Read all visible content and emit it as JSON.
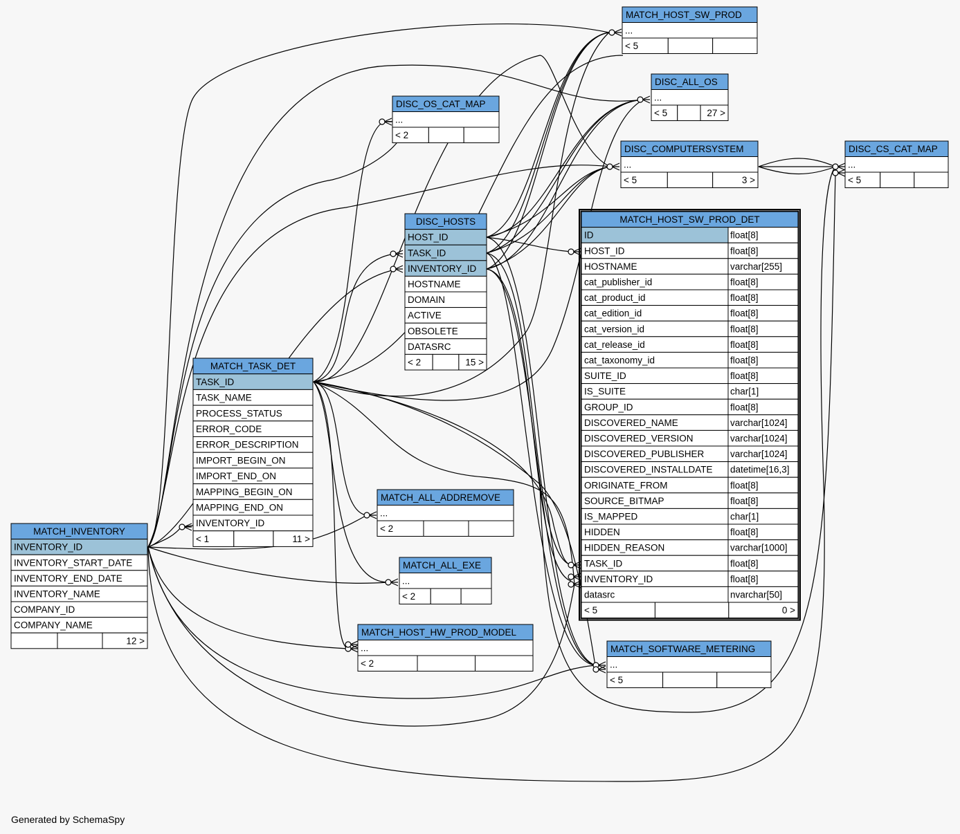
{
  "footer": "Generated by SchemaSpy",
  "tables": [
    {
      "id": "match_host_sw_prod",
      "title": "MATCH_HOST_SW_PROD",
      "rows": [
        {
          "name": "..."
        }
      ],
      "footer": {
        "parents": "< 5",
        "children": ""
      }
    },
    {
      "id": "disc_all_os",
      "title": "DISC_ALL_OS",
      "rows": [
        {
          "name": "..."
        }
      ],
      "footer": {
        "parents": "< 5",
        "children": "27 >"
      }
    },
    {
      "id": "disc_os_cat_map",
      "title": "DISC_OS_CAT_MAP",
      "rows": [
        {
          "name": "..."
        }
      ],
      "footer": {
        "parents": "< 2",
        "children": ""
      }
    },
    {
      "id": "disc_computersystem",
      "title": "DISC_COMPUTERSYSTEM",
      "rows": [
        {
          "name": "..."
        }
      ],
      "footer": {
        "parents": "< 5",
        "children": "3 >"
      }
    },
    {
      "id": "disc_cs_cat_map",
      "title": "DISC_CS_CAT_MAP",
      "rows": [
        {
          "name": "..."
        }
      ],
      "footer": {
        "parents": "< 5",
        "children": ""
      }
    },
    {
      "id": "disc_hosts",
      "title": "DISC_HOSTS",
      "rows": [
        {
          "name": "HOST_ID",
          "key": true
        },
        {
          "name": "TASK_ID",
          "key": true
        },
        {
          "name": "INVENTORY_ID",
          "key": true
        },
        {
          "name": "HOSTNAME"
        },
        {
          "name": "DOMAIN"
        },
        {
          "name": "ACTIVE"
        },
        {
          "name": "OBSOLETE"
        },
        {
          "name": "DATASRC"
        }
      ],
      "footer": {
        "parents": "< 2",
        "children": "15 >"
      }
    },
    {
      "id": "match_host_sw_prod_det",
      "title": "MATCH_HOST_SW_PROD_DET",
      "focus": true,
      "rows": [
        {
          "name": "ID",
          "type": "float[8]",
          "key": true
        },
        {
          "name": "HOST_ID",
          "type": "float[8]"
        },
        {
          "name": "HOSTNAME",
          "type": "varchar[255]"
        },
        {
          "name": "cat_publisher_id",
          "type": "float[8]"
        },
        {
          "name": "cat_product_id",
          "type": "float[8]"
        },
        {
          "name": "cat_edition_id",
          "type": "float[8]"
        },
        {
          "name": "cat_version_id",
          "type": "float[8]"
        },
        {
          "name": "cat_release_id",
          "type": "float[8]"
        },
        {
          "name": "cat_taxonomy_id",
          "type": "float[8]"
        },
        {
          "name": "SUITE_ID",
          "type": "float[8]"
        },
        {
          "name": "IS_SUITE",
          "type": "char[1]"
        },
        {
          "name": "GROUP_ID",
          "type": "float[8]"
        },
        {
          "name": "DISCOVERED_NAME",
          "type": "varchar[1024]"
        },
        {
          "name": "DISCOVERED_VERSION",
          "type": "varchar[1024]"
        },
        {
          "name": "DISCOVERED_PUBLISHER",
          "type": "varchar[1024]"
        },
        {
          "name": "DISCOVERED_INSTALLDATE",
          "type": "datetime[16,3]"
        },
        {
          "name": "ORIGINATE_FROM",
          "type": "float[8]"
        },
        {
          "name": "SOURCE_BITMAP",
          "type": "float[8]"
        },
        {
          "name": "IS_MAPPED",
          "type": "char[1]"
        },
        {
          "name": "HIDDEN",
          "type": "float[8]"
        },
        {
          "name": "HIDDEN_REASON",
          "type": "varchar[1000]"
        },
        {
          "name": "TASK_ID",
          "type": "float[8]"
        },
        {
          "name": "INVENTORY_ID",
          "type": "float[8]"
        },
        {
          "name": "datasrc",
          "type": "nvarchar[50]"
        }
      ],
      "footer": {
        "parents": "< 5",
        "children": "0 >"
      }
    },
    {
      "id": "match_task_det",
      "title": "MATCH_TASK_DET",
      "rows": [
        {
          "name": "TASK_ID",
          "key": true
        },
        {
          "name": "TASK_NAME"
        },
        {
          "name": "PROCESS_STATUS"
        },
        {
          "name": "ERROR_CODE"
        },
        {
          "name": "ERROR_DESCRIPTION"
        },
        {
          "name": "IMPORT_BEGIN_ON"
        },
        {
          "name": "IMPORT_END_ON"
        },
        {
          "name": "MAPPING_BEGIN_ON"
        },
        {
          "name": "MAPPING_END_ON"
        },
        {
          "name": "INVENTORY_ID"
        }
      ],
      "footer": {
        "parents": "< 1",
        "children": "11 >"
      }
    },
    {
      "id": "match_inventory",
      "title": "MATCH_INVENTORY",
      "rows": [
        {
          "name": "INVENTORY_ID",
          "key": true
        },
        {
          "name": "INVENTORY_START_DATE"
        },
        {
          "name": "INVENTORY_END_DATE"
        },
        {
          "name": "INVENTORY_NAME"
        },
        {
          "name": "COMPANY_ID"
        },
        {
          "name": "COMPANY_NAME"
        }
      ],
      "footer": {
        "parents": "",
        "children": "12 >"
      }
    },
    {
      "id": "match_all_addremove",
      "title": "MATCH_ALL_ADDREMOVE",
      "rows": [
        {
          "name": "..."
        }
      ],
      "footer": {
        "parents": "< 2",
        "children": ""
      }
    },
    {
      "id": "match_all_exe",
      "title": "MATCH_ALL_EXE",
      "rows": [
        {
          "name": "..."
        }
      ],
      "footer": {
        "parents": "< 2",
        "children": ""
      }
    },
    {
      "id": "match_host_hw_prod_model",
      "title": "MATCH_HOST_HW_PROD_MODEL",
      "rows": [
        {
          "name": "..."
        }
      ],
      "footer": {
        "parents": "< 2",
        "children": ""
      }
    },
    {
      "id": "match_software_metering",
      "title": "MATCH_SOFTWARE_METERING",
      "rows": [
        {
          "name": "..."
        }
      ],
      "footer": {
        "parents": "< 5",
        "children": ""
      }
    }
  ]
}
